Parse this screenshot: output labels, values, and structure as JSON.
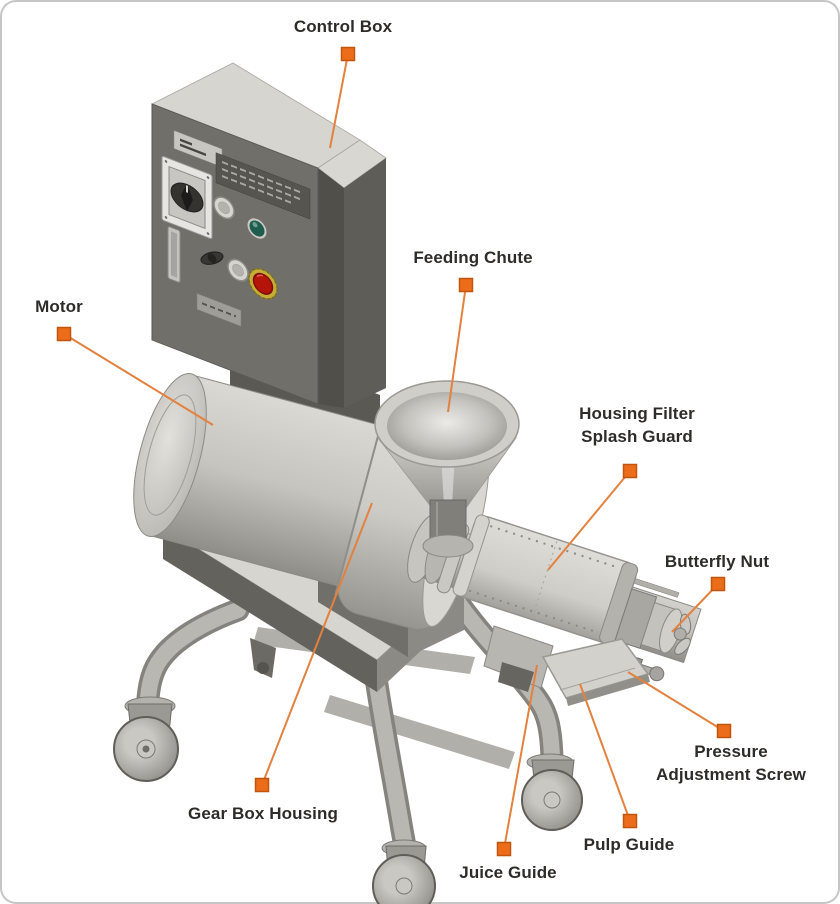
{
  "annotations": {
    "control_box": "Control Box",
    "feeding_chute": "Feeding Chute",
    "motor": "Motor",
    "housing_filter_line1": "Housing Filter",
    "housing_filter_line2": "Splash Guard",
    "butterfly_nut": "Butterfly Nut",
    "pressure_line1": "Pressure",
    "pressure_line2": "Adjustment Screw",
    "gear_box_housing": "Gear Box Housing",
    "juice_guide": "Juice Guide",
    "pulp_guide": "Pulp Guide"
  },
  "colors": {
    "annotation_marker": "#ed6c1a",
    "annotation_marker_border": "#c2550e",
    "leader_line": "#e3813f",
    "label_text": "#2e2c2a",
    "machine_light": "#d6d5d0",
    "machine_mid": "#b4b3ae",
    "machine_dark": "#6e6d68",
    "estop_red": "#b51409",
    "estop_yellow": "#c4ad35",
    "lamp_green": "#1e5c4d",
    "background": "#ffffff"
  }
}
